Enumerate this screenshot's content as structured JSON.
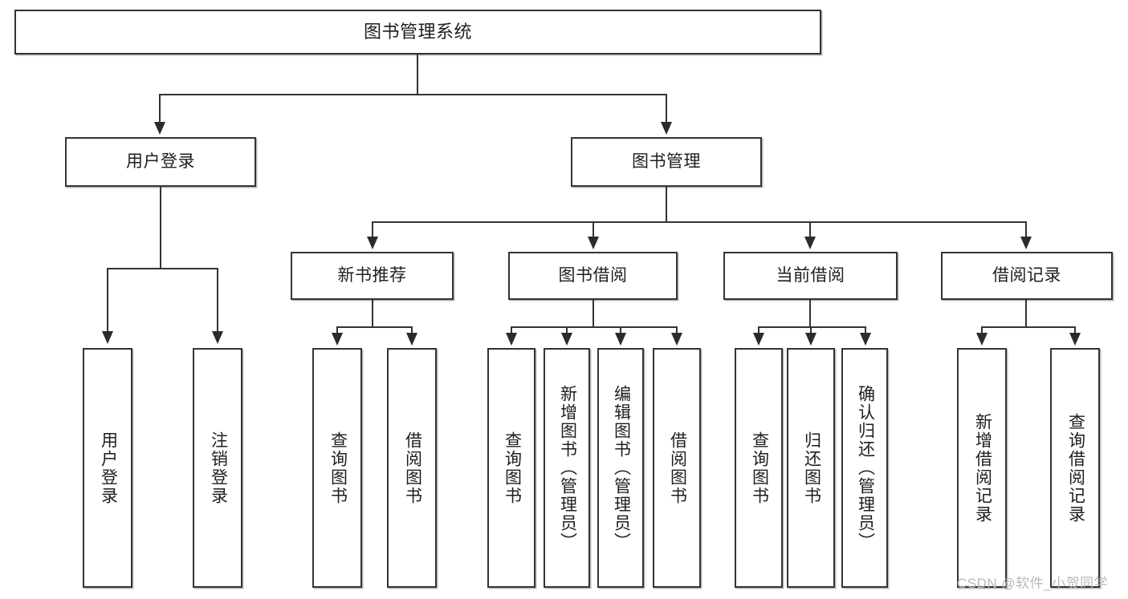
{
  "diagram": {
    "title": "图书管理系统",
    "type": "tree-hierarchy-diagram",
    "colors": {
      "stroke": "#333333",
      "fill": "#ffffff",
      "text": "#1e1e1e",
      "watermark": "#b9b9b9"
    },
    "root": {
      "label": "图书管理系统"
    },
    "level1": [
      {
        "label": "用户登录"
      },
      {
        "label": "图书管理"
      }
    ],
    "level2": [
      {
        "label": "新书推荐"
      },
      {
        "label": "图书借阅"
      },
      {
        "label": "当前借阅"
      },
      {
        "label": "借阅记录"
      }
    ],
    "leaves": {
      "user_login": [
        {
          "label": "用户登录"
        },
        {
          "label": "注销登录"
        }
      ],
      "new_book_recommend": [
        {
          "label": "查询图书"
        },
        {
          "label": "借阅图书"
        }
      ],
      "book_borrow": [
        {
          "label": "查询图书"
        },
        {
          "label": "新增图书（管理员）"
        },
        {
          "label": "编辑图书（管理员）"
        },
        {
          "label": "借阅图书"
        }
      ],
      "current_borrow": [
        {
          "label": "查询图书"
        },
        {
          "label": "归还图书"
        },
        {
          "label": "确认归还（管理员）"
        }
      ],
      "borrow_record": [
        {
          "label": "新增借阅记录"
        },
        {
          "label": "查询借阅记录"
        }
      ]
    }
  },
  "watermark": {
    "text": "CSDN @软件_小贺同学"
  }
}
